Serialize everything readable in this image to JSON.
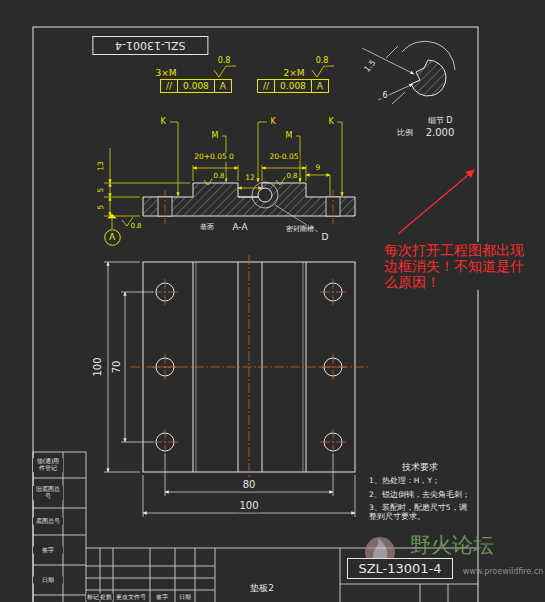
{
  "diagram": {
    "nodes": [
      {
        "text": [
          "SZL-13001-4"
        ]
      },
      {
        "text": [
          "//",
          "0.008",
          "A"
        ]
      },
      {
        "text": [
          "//",
          "0.008",
          "A"
        ]
      },
      {
        "text": [
          "A"
        ]
      },
      {
        "text": [
          "SZL-13001-4"
        ]
      }
    ],
    "labels": [
      "3×M",
      "0.8",
      "2×M",
      "0.8",
      "1.5",
      "6",
      "细节 D",
      "比例",
      "2.000",
      "K",
      "K",
      "K",
      "M",
      "M",
      "20+0.05 0",
      "0.8",
      "20-0.05",
      "0.8",
      "12",
      "9",
      "13",
      "5",
      "5",
      "0.8",
      "基面",
      "A-A",
      "密封圈槽",
      "D",
      "100",
      "70",
      "80",
      "100",
      "每次打开工程图都出现边框消失！不知道是什么原因！",
      "技术要求",
      "1、热处理：H，Y；",
      "2、锐边倒钝，去尖角毛刺；",
      "3、装配时，配磨尺寸5，调整到尺寸要求。",
      "借(通)用件登记",
      "旧底图总号",
      "底图总号",
      "签字",
      "日期",
      "垫板2",
      "标记",
      "处数",
      "更改文件号",
      "签字",
      "日期",
      "野火论坛",
      "www.proewildfire.cn"
    ]
  }
}
